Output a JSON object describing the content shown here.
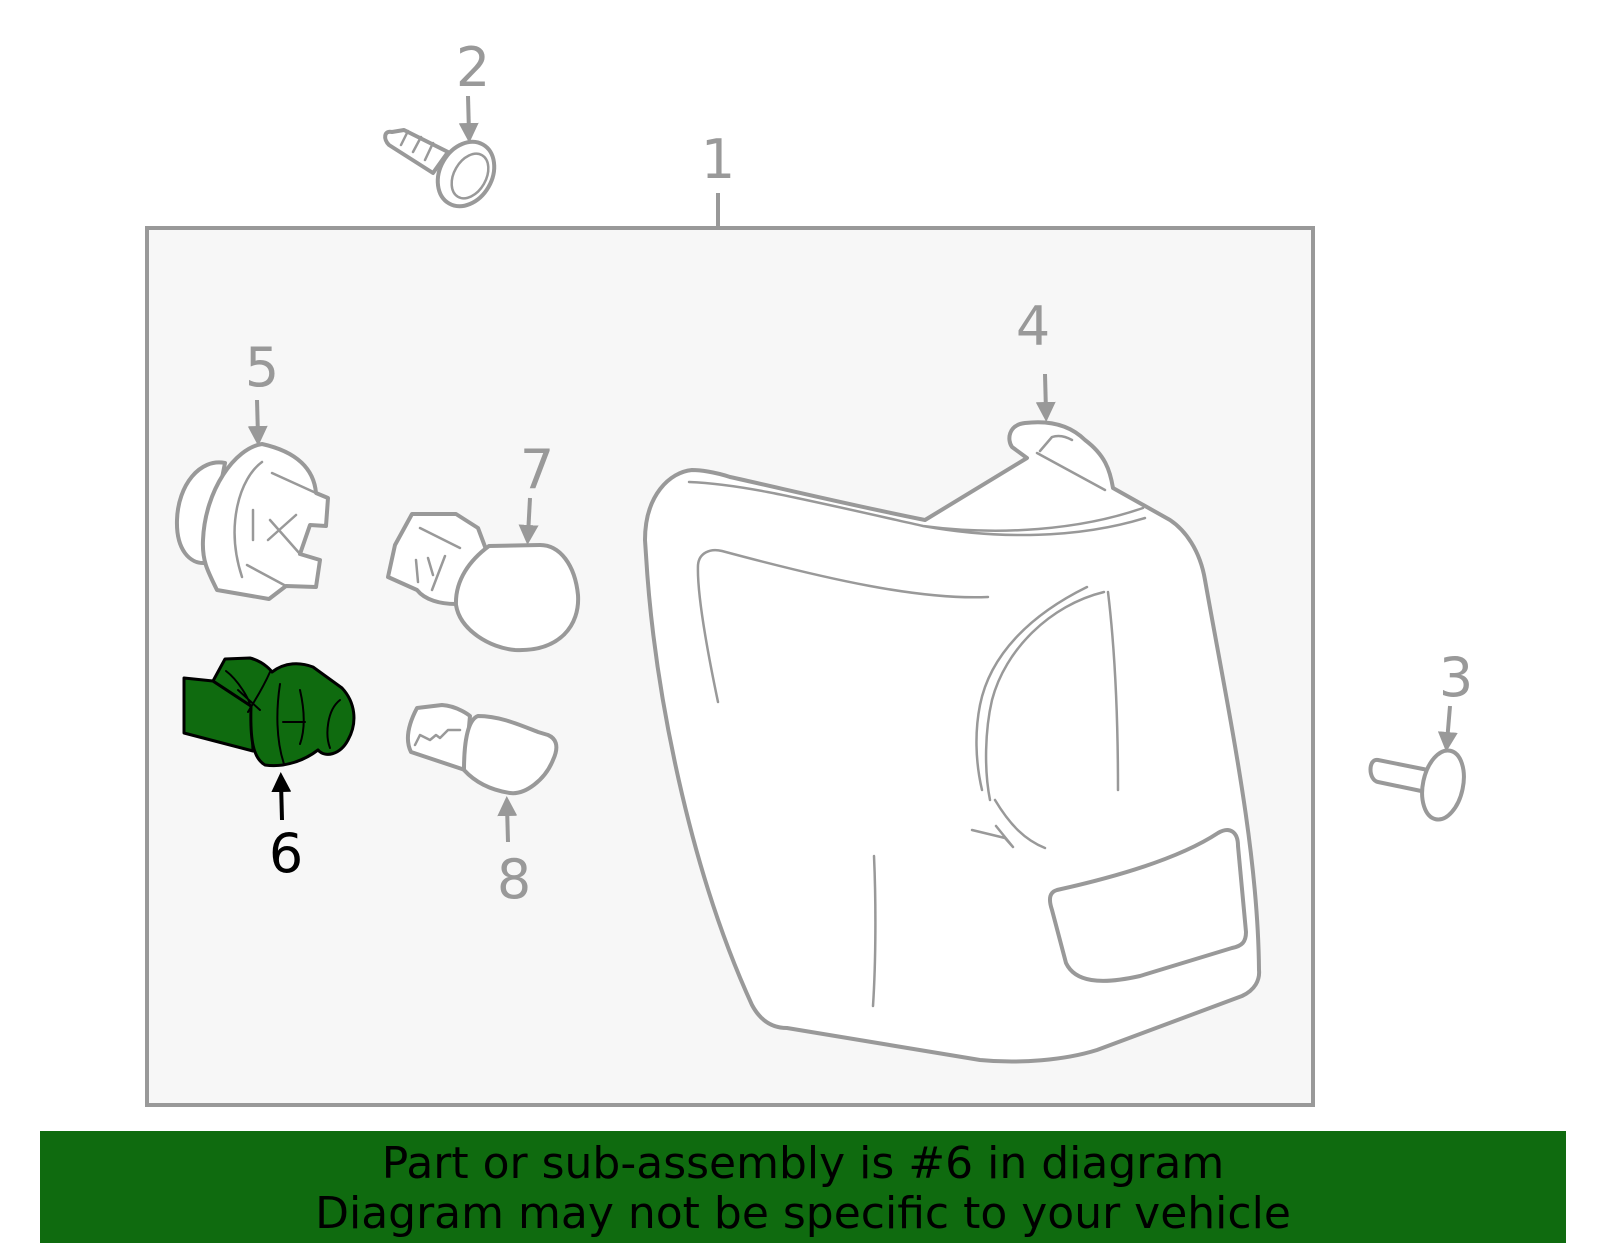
{
  "colors": {
    "highlight": "#0f6b0f",
    "line": "#999999",
    "panel_bg": "#f7f7f7",
    "banner_bg": "#0f6b0f"
  },
  "callouts": {
    "c1": "1",
    "c2": "2",
    "c3": "3",
    "c4": "4",
    "c5": "5",
    "c6": "6",
    "c7": "7",
    "c8": "8"
  },
  "banner": {
    "line1": "Part or sub-assembly is #6 in diagram",
    "line2": "Diagram may not be specific to your vehicle"
  }
}
